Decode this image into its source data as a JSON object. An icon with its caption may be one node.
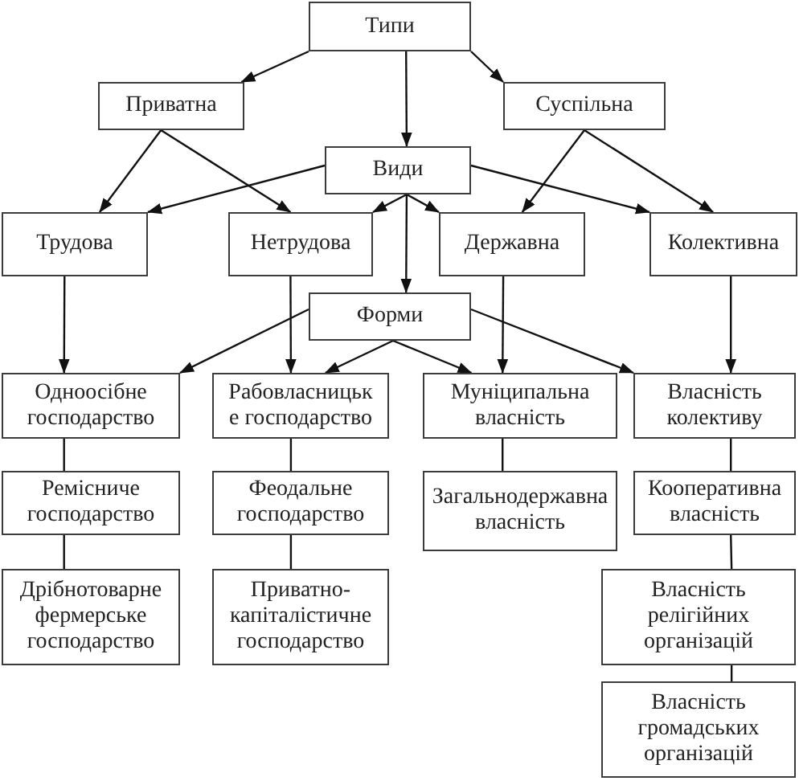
{
  "diagram": {
    "nodes": [
      {
        "text": [
          "Типи"
        ]
      },
      {
        "text": [
          "Приватна"
        ]
      },
      {
        "text": [
          "Суспільна"
        ]
      },
      {
        "text": [
          "Види"
        ]
      },
      {
        "text": [
          "Трудова"
        ]
      },
      {
        "text": [
          "Нетрудова"
        ]
      },
      {
        "text": [
          "Державна"
        ]
      },
      {
        "text": [
          "Колективна"
        ]
      },
      {
        "text": [
          "Форми"
        ]
      },
      {
        "text": [
          "Одноосібне господарство"
        ]
      },
      {
        "text": [
          "Рабовласницьк е господарство"
        ]
      },
      {
        "text": [
          "Муніципальна власність"
        ]
      },
      {
        "text": [
          "Власність колективу"
        ]
      },
      {
        "text": [
          "Ремісниче господарство"
        ]
      },
      {
        "text": [
          "Феодальне господарство"
        ]
      },
      {
        "text": [
          "Загальнодержавна власність"
        ]
      },
      {
        "text": [
          "Кооперативна власність"
        ]
      },
      {
        "text": [
          "Дрібнотоварне фермерське господарство"
        ]
      },
      {
        "text": [
          "Приватно- капіталістичне господарство"
        ]
      },
      {
        "text": [
          "Власність релігійних організацій"
        ]
      },
      {
        "text": [
          "Власність громадських організацій"
        ]
      }
    ],
    "edges": [
      {
        "from": 0,
        "to": 1,
        "arrow": "to"
      },
      {
        "from": 0,
        "to": 3,
        "arrow": "to"
      },
      {
        "from": 0,
        "to": 2,
        "arrow": "to"
      },
      {
        "from": 1,
        "to": 4,
        "arrow": "to"
      },
      {
        "from": 1,
        "to": 5,
        "arrow": "to"
      },
      {
        "from": 2,
        "to": 6,
        "arrow": "to"
      },
      {
        "from": 2,
        "to": 7,
        "arrow": "to"
      },
      {
        "from": 3,
        "to": 4,
        "arrow": "to"
      },
      {
        "from": 3,
        "to": 5,
        "arrow": "to"
      },
      {
        "from": 3,
        "to": 8,
        "arrow": "to"
      },
      {
        "from": 3,
        "to": 6,
        "arrow": "to"
      },
      {
        "from": 3,
        "to": 7,
        "arrow": "to"
      },
      {
        "from": 4,
        "to": 9,
        "arrow": "to"
      },
      {
        "from": 5,
        "to": 10,
        "arrow": "to"
      },
      {
        "from": 6,
        "to": 11,
        "arrow": "to"
      },
      {
        "from": 7,
        "to": 12,
        "arrow": "to"
      },
      {
        "from": 8,
        "to": 9,
        "arrow": "to"
      },
      {
        "from": 8,
        "to": 10,
        "arrow": "to"
      },
      {
        "from": 8,
        "to": 11,
        "arrow": "to"
      },
      {
        "from": 8,
        "to": 12,
        "arrow": "to"
      },
      {
        "from": 9,
        "to": 13,
        "arrow": "none"
      },
      {
        "from": 13,
        "to": 17,
        "arrow": "none"
      },
      {
        "from": 10,
        "to": 14,
        "arrow": "none"
      },
      {
        "from": 14,
        "to": 18,
        "arrow": "none"
      },
      {
        "from": 11,
        "to": 15,
        "arrow": "none"
      },
      {
        "from": 12,
        "to": 16,
        "arrow": "none"
      },
      {
        "from": 16,
        "to": 19,
        "arrow": "none"
      },
      {
        "from": 19,
        "to": 20,
        "arrow": "none"
      }
    ]
  }
}
